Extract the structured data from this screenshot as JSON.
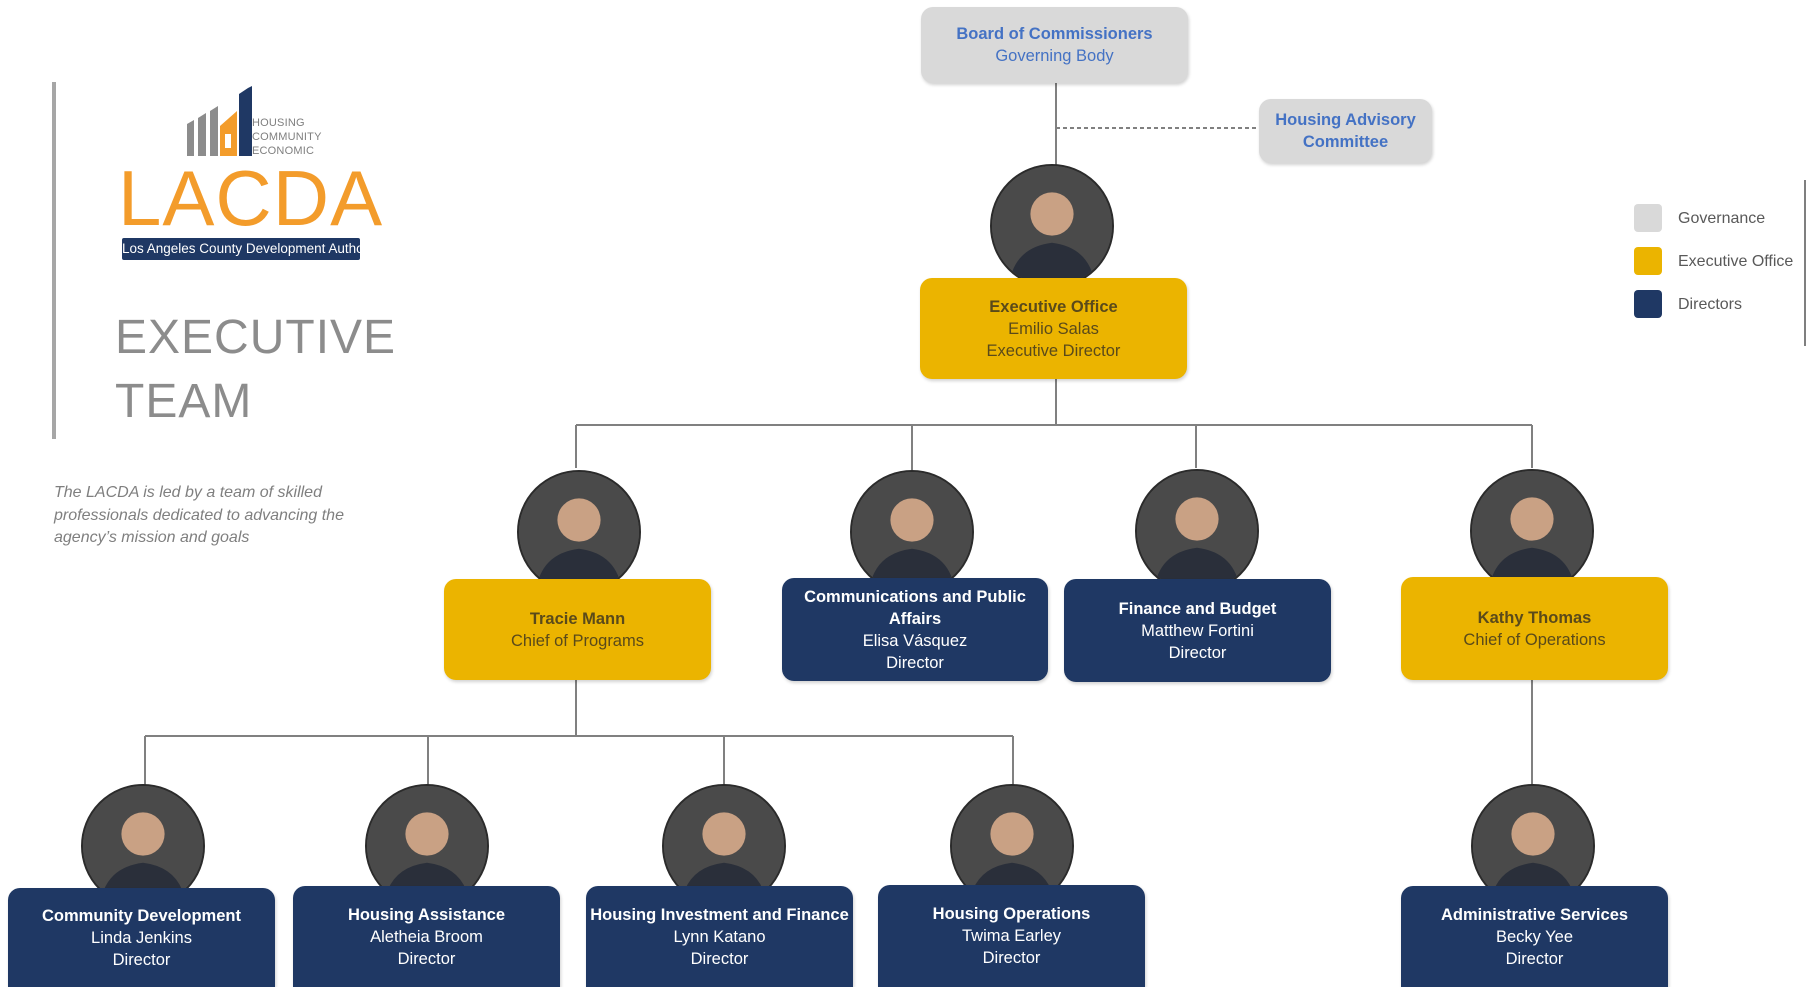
{
  "colors": {
    "governance": "#d9d9d9",
    "executive_office": "#ebb400",
    "directors": "#1f3864",
    "logo_orange": "#f39c2b",
    "governance_text": "#4472c4"
  },
  "logo": {
    "subtitle_lines": [
      "HOUSING",
      "COMMUNITY",
      "ECONOMIC"
    ],
    "wordmark": "LACDA",
    "tagline": "Los Angeles County Development Authority"
  },
  "header": {
    "title_line1": "EXECUTIVE",
    "title_line2": "TEAM",
    "intro": "The LACDA is led by a team of skilled professionals dedicated to advancing the agency’s mission and goals"
  },
  "legend": [
    {
      "label": "Governance",
      "color": "#d9d9d9"
    },
    {
      "label": "Executive Office",
      "color": "#ebb400"
    },
    {
      "label": "Directors",
      "color": "#1f3864"
    }
  ],
  "board": {
    "title": "Board of Commissioners",
    "line": "Governing Body"
  },
  "advisory": {
    "title_line1": "Housing Advisory",
    "title_line2": "Committee"
  },
  "executive": {
    "title": "Executive Office",
    "name": "Emilio Salas",
    "role": "Executive Director"
  },
  "tracie": {
    "name": "Tracie Mann",
    "role": "Chief of Programs"
  },
  "communications": {
    "title_line1": "Communications and Public",
    "title_line2": "Affairs",
    "name": "Elisa Vásquez",
    "role": "Director"
  },
  "finance": {
    "title": "Finance and Budget",
    "name": "Matthew Fortini",
    "role": "Director"
  },
  "kathy": {
    "name": "Kathy Thomas",
    "role": "Chief of Operations"
  },
  "community_dev": {
    "title": "Community Development",
    "name": "Linda Jenkins",
    "role": "Director"
  },
  "housing_assist": {
    "title": "Housing Assistance",
    "name": "Aletheia Broom",
    "role": "Director"
  },
  "housing_invest": {
    "title": "Housing Investment and Finance",
    "name": "Lynn Katano",
    "role": "Director"
  },
  "housing_ops": {
    "title": "Housing Operations",
    "name": "Twima Earley",
    "role": "Director"
  },
  "admin_services": {
    "title": "Administrative Services",
    "name": "Becky Yee",
    "role": "Director"
  }
}
